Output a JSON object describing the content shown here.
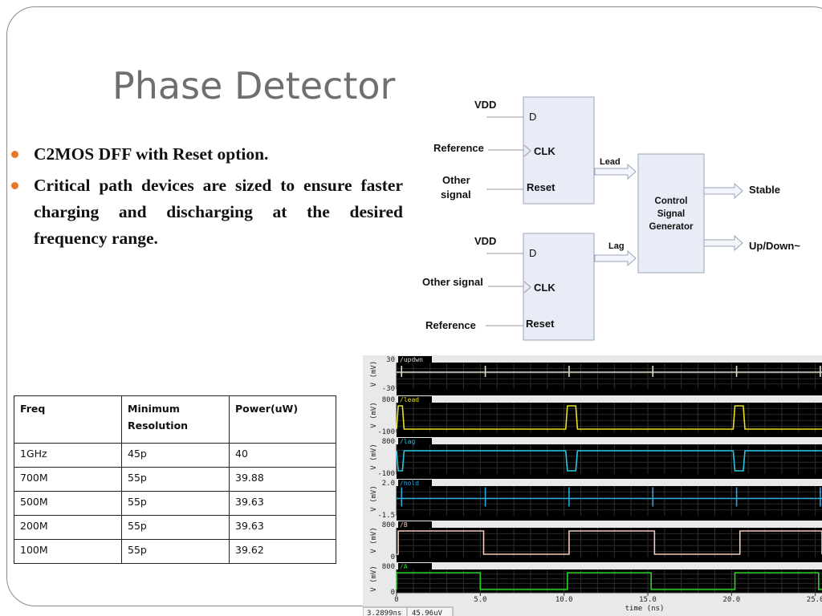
{
  "slide": {
    "title": "Phase Detector",
    "bullets": [
      "C2MOS DFF with Reset option.",
      "Critical path devices are sized to ensure faster charging and discharging at the desired frequency range."
    ]
  },
  "table": {
    "headers": [
      "Freq",
      "Minimum Resolution",
      "Power(uW)"
    ],
    "rows": [
      [
        "1GHz",
        "45p",
        "40"
      ],
      [
        "700M",
        "55p",
        "39.88"
      ],
      [
        "500M",
        "55p",
        "39.63"
      ],
      [
        "200M",
        "55p",
        "39.63"
      ],
      [
        "100M",
        "55p",
        "39.62"
      ]
    ]
  },
  "diagram": {
    "ff_top": {
      "vdd": "VDD",
      "d": "D",
      "clk": "CLK",
      "reset": "Reset",
      "clk_in": "Reference",
      "reset_in_1": "Other",
      "reset_in_2": "signal"
    },
    "ff_bottom": {
      "vdd": "VDD",
      "d": "D",
      "clk": "CLK",
      "reset": "Reset",
      "clk_in": "Other signal",
      "reset_in": "Reference"
    },
    "lead": "Lead",
    "lag": "Lag",
    "csg": [
      "Control",
      "Signal",
      "Generator"
    ],
    "out_stable": "Stable",
    "out_updown": "Up/Down~"
  },
  "waveform": {
    "signals": [
      {
        "name": "/updwn",
        "ymax": "30",
        "ymin": "-30",
        "color": "#e0dccc"
      },
      {
        "name": "/lead",
        "ymax": "800",
        "ymin": "-100",
        "color": "#e8e020"
      },
      {
        "name": "/lag",
        "ymax": "800",
        "ymin": "-100",
        "color": "#27c7e3"
      },
      {
        "name": "/hold",
        "ymax": "2.0",
        "ymin": "-1.5",
        "color": "#2aa7e0"
      },
      {
        "name": "/B",
        "ymax": "800",
        "ymin": "0",
        "color": "#f3c9b7"
      },
      {
        "name": "/A",
        "ymax": "800",
        "ymin": "0",
        "color": "#27d327"
      }
    ],
    "y_unit": "V (mV)",
    "x_ticks": [
      "0",
      "5.0",
      "10.0",
      "15.0",
      "20.0",
      "25.0"
    ],
    "x_label": "time (ns)",
    "cursor_time": "3.2899ns",
    "cursor_value": "45.96uV"
  }
}
